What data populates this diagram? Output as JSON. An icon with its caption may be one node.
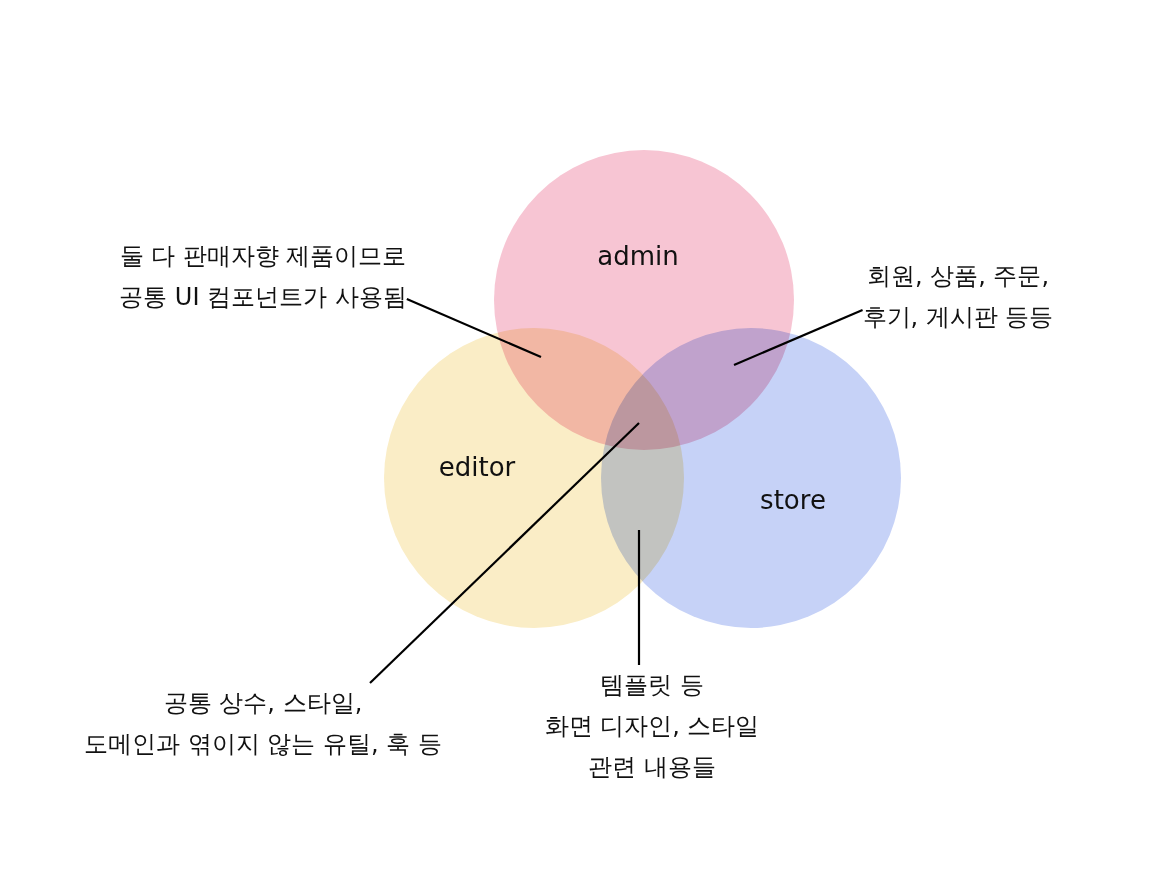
{
  "diagram": {
    "nodes": [
      {
        "text": [
          "admin"
        ]
      },
      {
        "text": [
          "editor"
        ]
      },
      {
        "text": [
          "store"
        ]
      },
      {
        "text": [
          "둘 다 판매자향 제품이므로 공통 UI 컴포넌트가 사용됨"
        ]
      },
      {
        "text": [
          "회원, 상품, 주문, 후기, 게시판 등등"
        ]
      },
      {
        "text": [
          "공통 상수, 스타일, 도메인과 엮이지 않는 유틸, 훅 등"
        ]
      },
      {
        "text": [
          "템플릿 등 화면 디자인, 스타일 관련 내용들"
        ]
      }
    ],
    "edges": [
      {
        "from": 3,
        "to": 0,
        "arrow": "none"
      },
      {
        "from": 4,
        "to": 0,
        "arrow": "none"
      },
      {
        "from": 5,
        "to": 0,
        "arrow": "none"
      },
      {
        "from": 6,
        "to": 1,
        "arrow": "none"
      }
    ]
  }
}
